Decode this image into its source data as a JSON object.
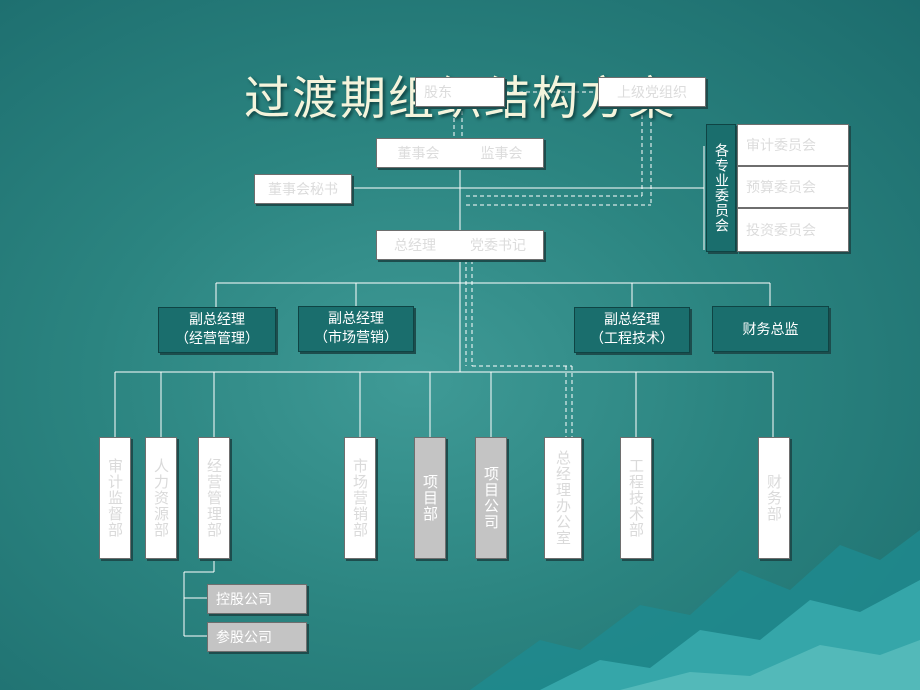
{
  "title": "过渡期组织结构方案",
  "top": {
    "shareholders": "股东",
    "superior_party": "上级党组织"
  },
  "board": {
    "board": "董事会",
    "supervisors": "监事会"
  },
  "board_secretary": "董事会秘书",
  "committees": {
    "group_label": "各专业委员会",
    "items": [
      "审计委员会",
      "预算委员会",
      "投资委员会"
    ]
  },
  "gm": {
    "gm": "总经理",
    "party_secretary": "党委书记"
  },
  "deputies": [
    {
      "line1": "副总经理",
      "line2": "（经营管理）"
    },
    {
      "line1": "副总经理",
      "line2": "（市场营销）"
    },
    {
      "line1": "副总经理",
      "line2": "（工程技术）"
    }
  ],
  "cfo": "财务总监",
  "departments": [
    "审计监督部",
    "人力资源部",
    "经营管理部",
    "市场营销部",
    "项目部",
    "项目公司",
    "总经理办公室",
    "工程技术部",
    "财务部"
  ],
  "subsidiaries": [
    "控股公司",
    "参股公司"
  ],
  "colors": {
    "background": "#2b8480",
    "dark_box": "#1a6e6d",
    "title": "#f4f4dc",
    "gray_box": "#c4c4c4"
  }
}
